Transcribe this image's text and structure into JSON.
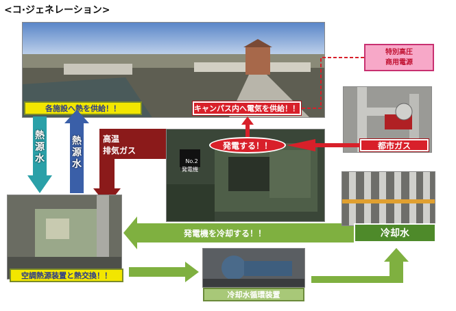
{
  "page": {
    "title": "<コ·ジェネレーション>"
  },
  "labels": {
    "supply_heat": "各施設へ熱を供給！！",
    "supply_power": "キャンパス内へ電気を供給！！",
    "special_hv": "特別高圧\n商用電源",
    "generate": "発電する！！",
    "city_gas": "都市ガス",
    "heat_water_1": "熱\n源\n水",
    "heat_water_2": "熱\n源\n水",
    "exhaust": "高温\n排気ガス",
    "cool_generator": "発電機を冷却する！！",
    "cooling_water": "冷却水",
    "heat_exchange": "空調熱源装置と熱交換！！",
    "pump": "冷却水循環装置",
    "generator_plate": "No.2\n発電機"
  },
  "colors": {
    "yellow_box": "#f2e600",
    "red_box": "#d8202a",
    "pink_box": "#f7a8c8",
    "teal_arrow": "#2aa0a8",
    "blue_arrow": "#3a5fa8",
    "darkred_arrow": "#8b1a1a",
    "green_arrow": "#7fb040",
    "dark_green_box": "#4e8a2a",
    "pump_box": "#a8c878"
  }
}
